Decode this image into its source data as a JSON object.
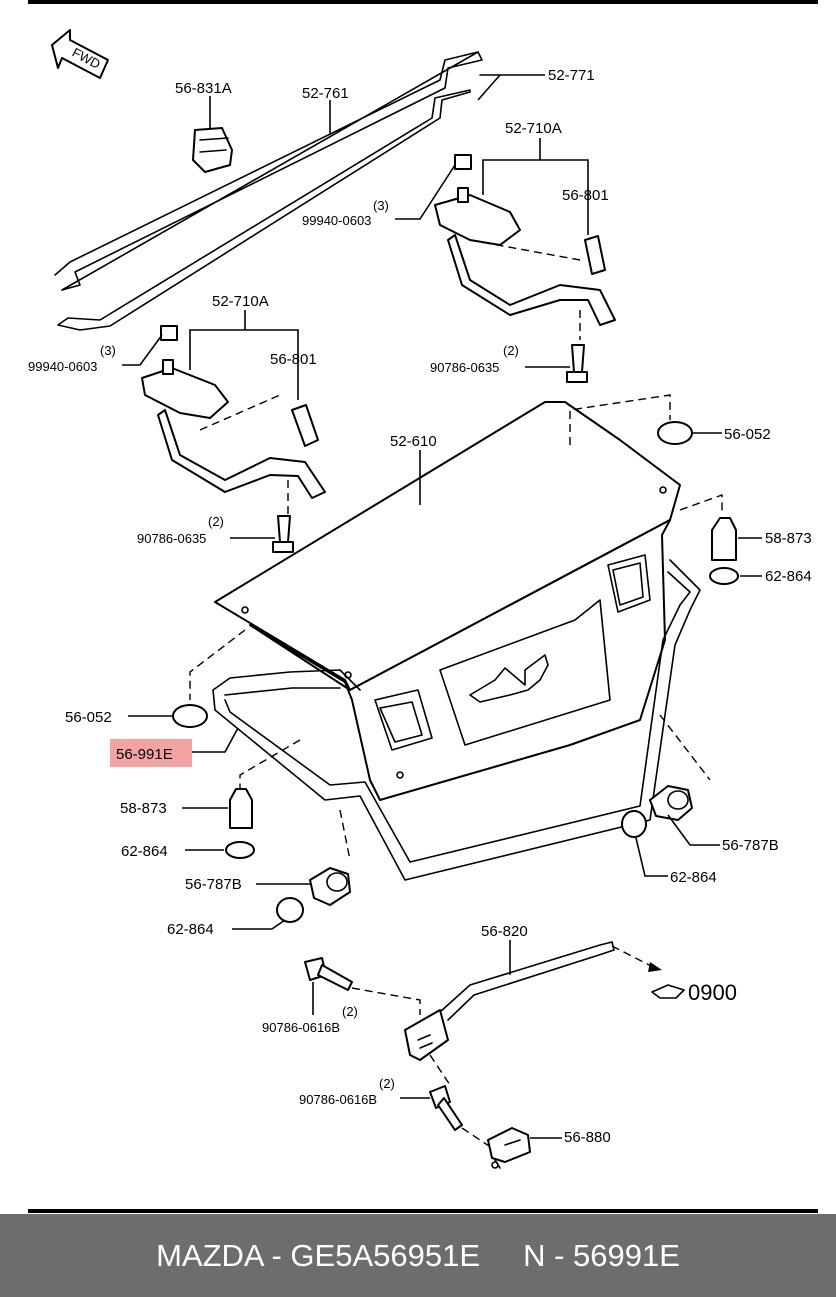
{
  "labels": {
    "fwd": "FWD",
    "p_56_831a": "56-831A",
    "p_52_761": "52-761",
    "p_52_771": "52-771",
    "p_52_710a_right": "52-710A",
    "p_56_801_right": "56-801",
    "qty3_right": "(3)",
    "p_99940_0603_right": "99940-0603",
    "p_52_710a_left": "52-710A",
    "p_56_801_left": "56-801",
    "qty3_left": "(3)",
    "p_99940_0603_left": "99940-0603",
    "qty2_right": "(2)",
    "p_90786_0635_right": "90786-0635",
    "p_52_610": "52-610",
    "p_56_052_right": "56-052",
    "qty2_left": "(2)",
    "p_90786_0635_left": "90786-0635",
    "p_58_873_right": "58-873",
    "p_62_864_right": "62-864",
    "p_56_052_left": "56-052",
    "p_56_991e": "56-991E",
    "p_58_873_left": "58-873",
    "p_62_864_left": "62-864",
    "p_56_787b_left": "56-787B",
    "p_62_864_bottom": "62-864",
    "p_56_787b_right": "56-787B",
    "p_62_864_right2": "62-864",
    "p_56_820": "56-820",
    "ref_0900": "0900",
    "qty2_lock": "(2)",
    "p_90786_0616b_a": "90786-0616B",
    "qty2_lower": "(2)",
    "p_90786_0616b_b": "90786-0616B",
    "p_56_880": "56-880"
  },
  "highlight_color": "#f4a3a3",
  "footer": {
    "brand_part": "MAZDA - GE5A56951E",
    "n_part": "N - 56991E"
  }
}
